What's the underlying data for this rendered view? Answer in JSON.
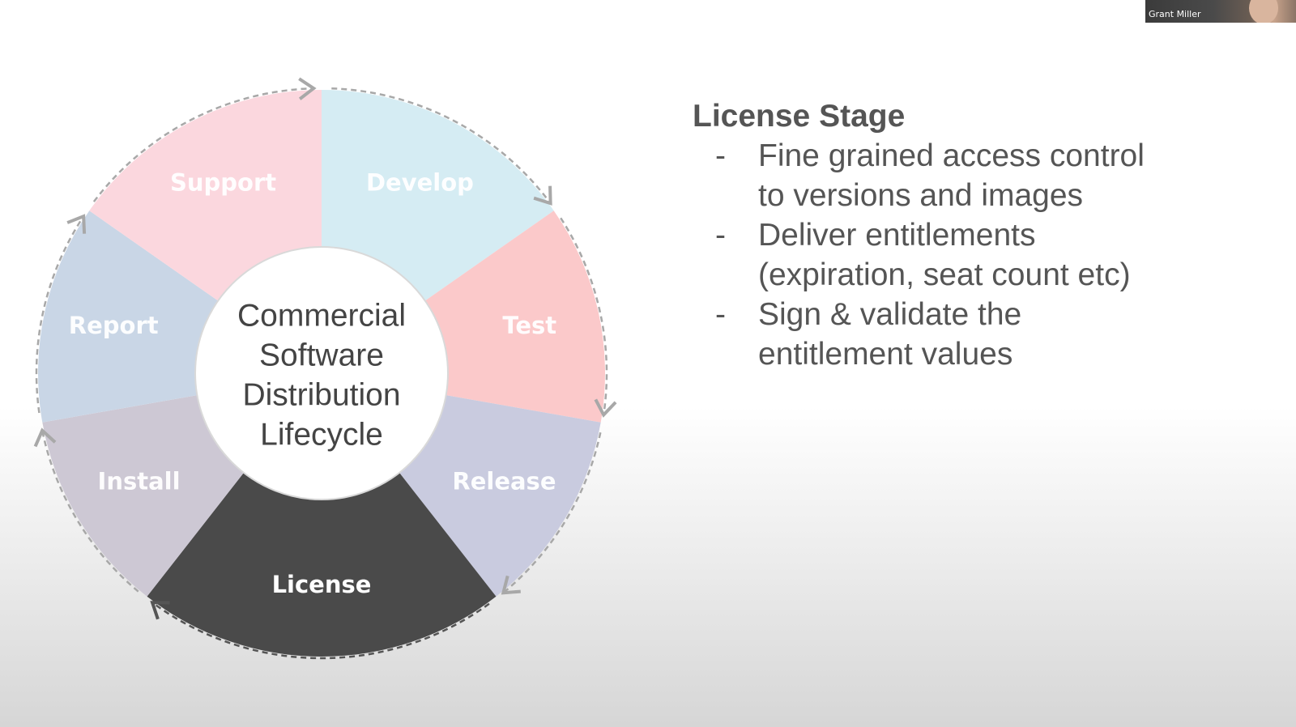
{
  "diagram": {
    "center_lines": [
      "Commercial",
      "Software",
      "Distribution",
      "Lifecycle"
    ],
    "segments": [
      {
        "label": "Develop",
        "color": "#d5ecf3",
        "active": false
      },
      {
        "label": "Test",
        "color": "#fbc9ca",
        "active": false
      },
      {
        "label": "Release",
        "color": "#c9cbdf",
        "active": false
      },
      {
        "label": "License",
        "color": "#4a4a4a",
        "active": true
      },
      {
        "label": "Install",
        "color": "#cdc8d4",
        "active": false
      },
      {
        "label": "Report",
        "color": "#c9d6e6",
        "active": false
      },
      {
        "label": "Support",
        "color": "#fbd7de",
        "active": false
      }
    ]
  },
  "panel": {
    "title": "License Stage",
    "bullets": [
      {
        "dash": "-",
        "lines": [
          "Fine grained access control",
          "to versions and images"
        ]
      },
      {
        "dash": "-",
        "lines": [
          "Deliver entitlements",
          "(expiration, seat count etc)"
        ]
      },
      {
        "dash": "-",
        "lines": [
          "Sign & validate the",
          "entitlement values"
        ]
      }
    ]
  },
  "video": {
    "participant_name": "Grant Miller"
  }
}
